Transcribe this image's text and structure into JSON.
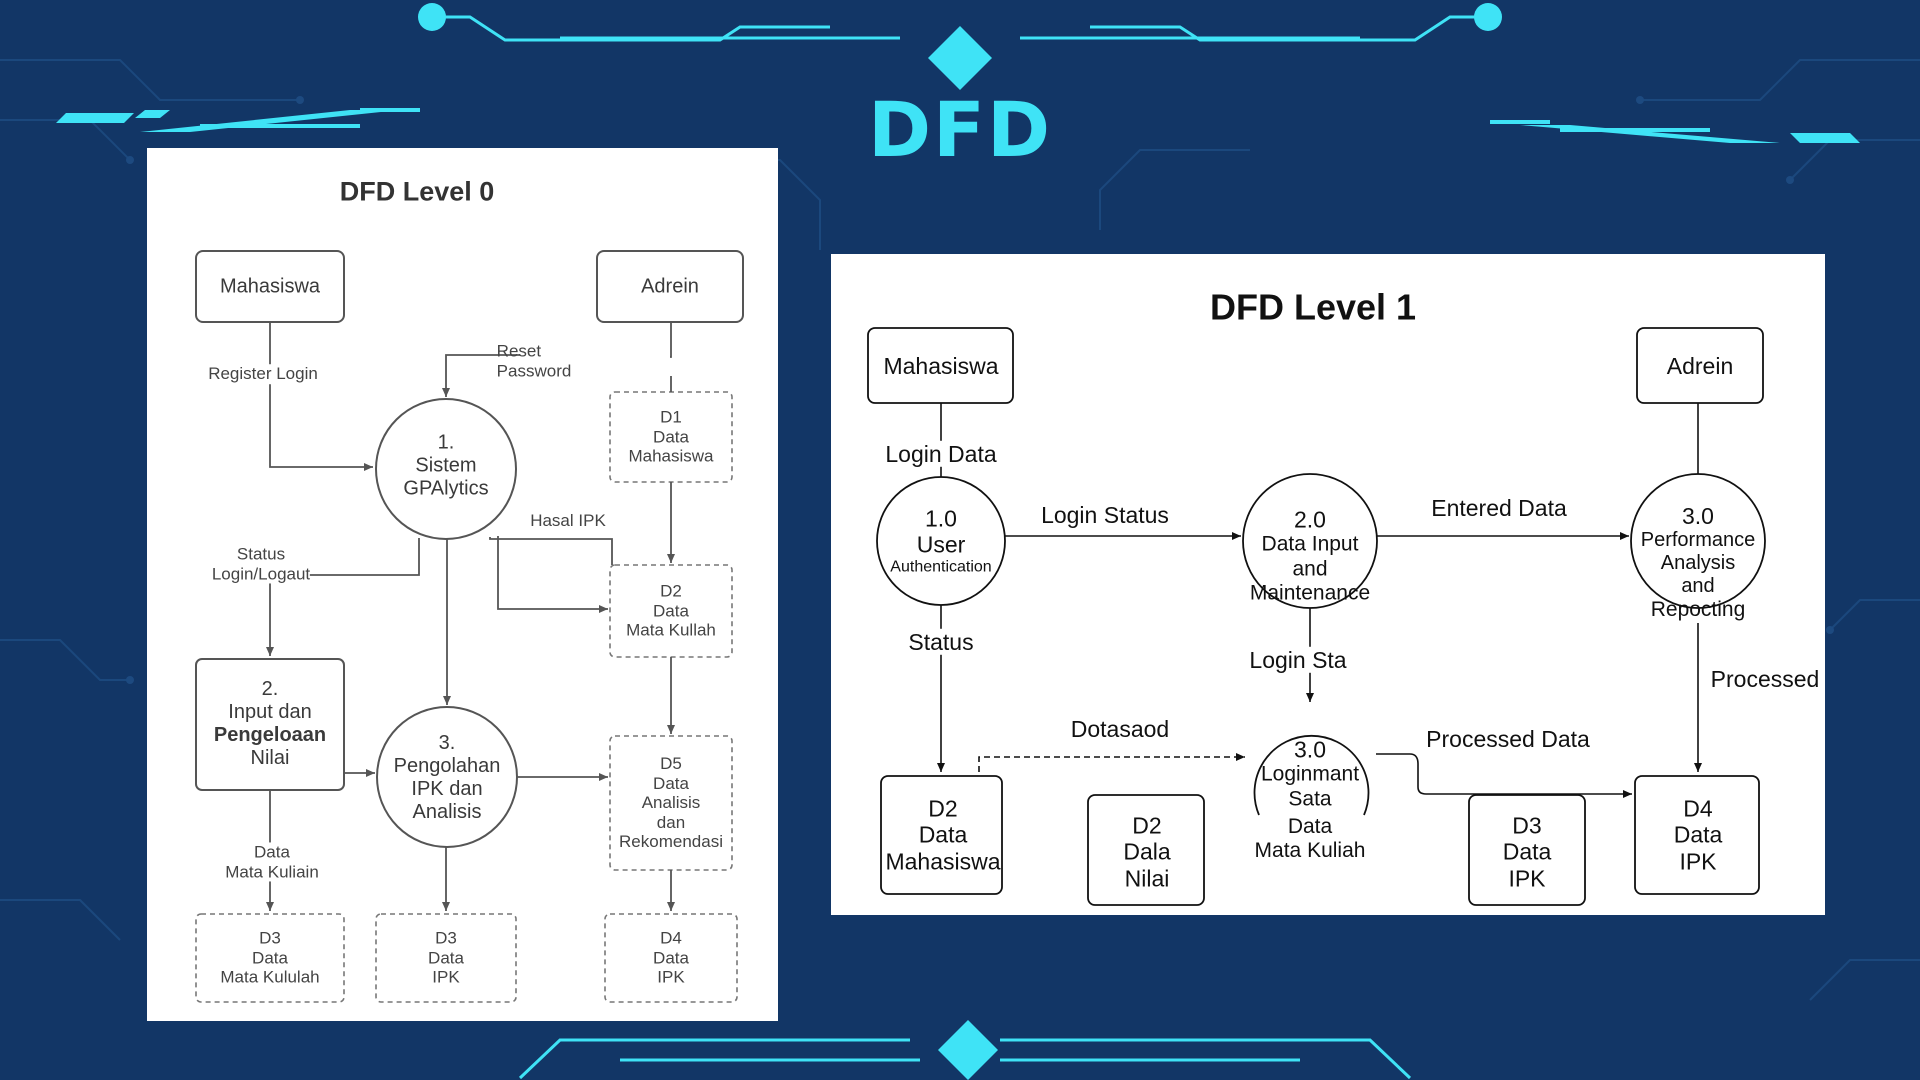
{
  "slide": {
    "title": "DFD"
  },
  "level0": {
    "title": "DFD Level 0",
    "entities": {
      "mahasiswa": "Mahasiswa",
      "admin": "Adrein"
    },
    "processes": {
      "p1": [
        "1.",
        "Sistem",
        "GPAlytics"
      ],
      "p2": [
        "2.",
        "Input dan",
        "Pengeloaan",
        "Nilai"
      ],
      "p3": [
        "3.",
        "Pengolahan",
        "IPK dan",
        "Analisis"
      ]
    },
    "stores": {
      "d1": [
        "D1",
        "Data",
        "Mahasiswa"
      ],
      "d2": [
        "D2",
        "Data",
        "Mata Kullah"
      ],
      "d5": [
        "D5",
        "Data",
        "Analisis",
        "dan",
        "Rekomendasi"
      ],
      "d3a": [
        "D3",
        "Data",
        "Mata Kululah"
      ],
      "d3b": [
        "D3",
        "Data",
        "IPK"
      ],
      "d4": [
        "D4",
        "Data",
        "IPK"
      ]
    },
    "flows": {
      "register_login": "Register Login",
      "reset_password": [
        "Reset",
        "Password"
      ],
      "hasil_ipk": "Hasal IPK",
      "status_login": [
        "Status",
        "Login/Logaut"
      ],
      "data_mata_kuliah": [
        "Data",
        "Mata Kuliain"
      ]
    }
  },
  "level1": {
    "title": "DFD Level 1",
    "entities": {
      "mahasiswa": "Mahasiswa",
      "admin": "Adrein"
    },
    "processes": {
      "p1": [
        "1.0",
        "User",
        "Authentication"
      ],
      "p2": [
        "2.0",
        "Data Input",
        "and",
        "Maintenance"
      ],
      "p3a": [
        "3.0",
        "Performance",
        "Analysis",
        "and",
        "Repocting"
      ],
      "p3b": [
        "3.0",
        "Loginmant",
        "Sata",
        "Data",
        "Mata Kuliah"
      ]
    },
    "stores": {
      "d2": [
        "D2",
        "Data",
        "Mahasiswa"
      ],
      "d2n": [
        "D2",
        "Dala",
        "Nilai"
      ],
      "d3": [
        "D3",
        "Data",
        "IPK"
      ],
      "d4": [
        "D4",
        "Data",
        "IPK"
      ]
    },
    "flows": {
      "login_data": "Login Data",
      "login_status": "Login Status",
      "entered_data": "Entered Data",
      "status": "Status",
      "login_sta": "Login Sta",
      "processed": "Processed",
      "dotasaod": "Dotasaod",
      "processed_data": "Processed Data"
    }
  },
  "colors": {
    "background": "#123666",
    "accent": "#3fe3f6",
    "panel": "#ffffff"
  }
}
